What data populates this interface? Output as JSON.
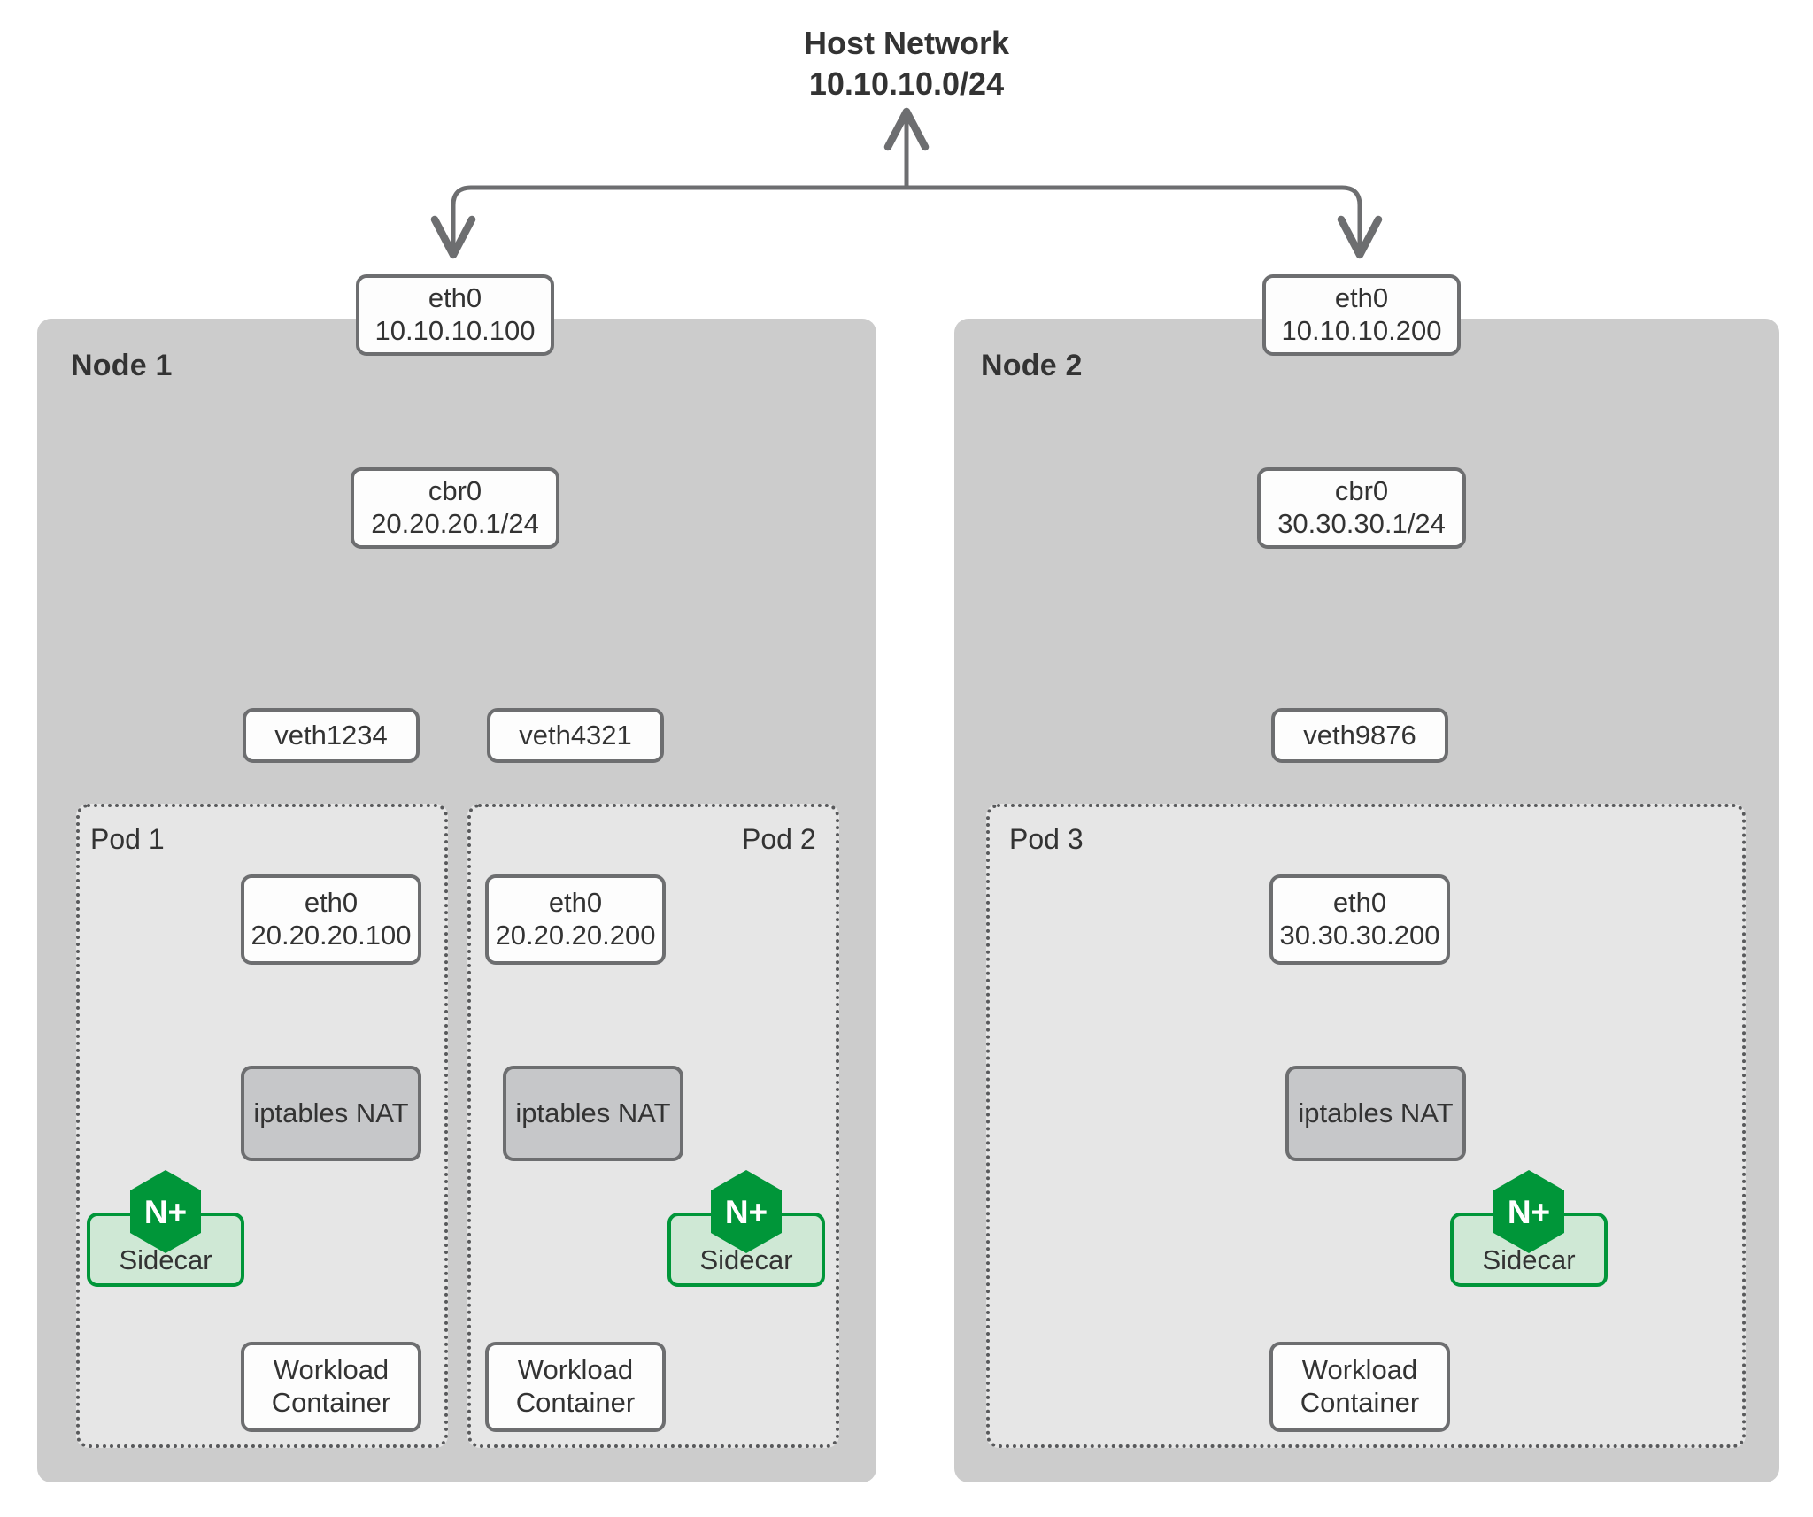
{
  "diagram": {
    "title_line1": "Host Network",
    "title_line2": "10.10.10.0/24",
    "colors": {
      "node_fill": "#cccccc",
      "pod_fill": "#e6e6e6",
      "box_fill": "#fdfdfd",
      "box_stroke": "#6d6e70",
      "iptables_fill": "#c6c7c9",
      "sidecar_fill": "#cfe8d5",
      "sidecar_stroke": "#009639",
      "nginx_green": "#009639",
      "text": "#333333",
      "background": "#ffffff"
    }
  },
  "nodes": [
    {
      "label": "Node 1",
      "eth0": {
        "name": "eth0",
        "ip": "10.10.10.100"
      },
      "bridge": {
        "name": "cbr0",
        "ip": "20.20.20.1/24"
      },
      "veths": [
        "veth1234",
        "veth4321"
      ],
      "pods": [
        {
          "label": "Pod 1",
          "eth0": {
            "name": "eth0",
            "ip": "20.20.20.100"
          },
          "iptables": {
            "line1": "iptables",
            "line2": "NAT"
          },
          "sidecar": {
            "label": "Sidecar",
            "logo": "N+"
          },
          "workload": {
            "line1": "Workload",
            "line2": "Container"
          },
          "sidecar_side": "left"
        },
        {
          "label": "Pod 2",
          "eth0": {
            "name": "eth0",
            "ip": "20.20.20.200"
          },
          "iptables": {
            "line1": "iptables",
            "line2": "NAT"
          },
          "sidecar": {
            "label": "Sidecar",
            "logo": "N+"
          },
          "workload": {
            "line1": "Workload",
            "line2": "Container"
          },
          "sidecar_side": "right"
        }
      ]
    },
    {
      "label": "Node 2",
      "eth0": {
        "name": "eth0",
        "ip": "10.10.10.200"
      },
      "bridge": {
        "name": "cbr0",
        "ip": "30.30.30.1/24"
      },
      "veths": [
        "veth9876"
      ],
      "pods": [
        {
          "label": "Pod 3",
          "eth0": {
            "name": "eth0",
            "ip": "30.30.30.200"
          },
          "iptables": {
            "line1": "iptables",
            "line2": "NAT"
          },
          "sidecar": {
            "label": "Sidecar",
            "logo": "N+"
          },
          "workload": {
            "line1": "Workload",
            "line2": "Container"
          },
          "sidecar_side": "right"
        }
      ]
    }
  ]
}
